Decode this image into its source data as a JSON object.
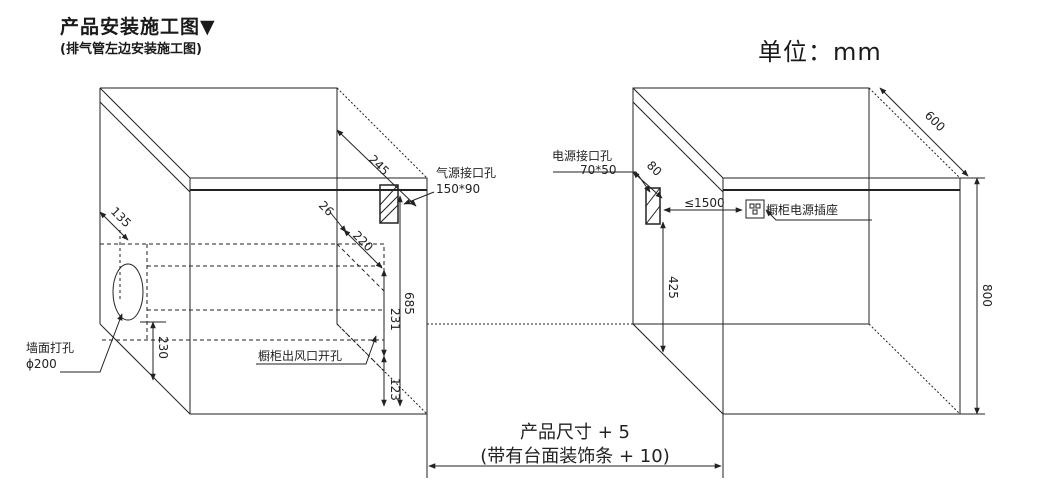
{
  "header": {
    "title": "产品安装施工图▼",
    "subtitle": "(排气管左边安装施工图)",
    "unit": "单位：mm"
  },
  "labels": {
    "gas_inlet_hole": "气源接口孔",
    "gas_inlet_size": "150*90",
    "wall_hole": "墙面打孔",
    "wall_hole_size": "ϕ200",
    "cabinet_vent_hole": "橱柜出风口开孔",
    "power_hole": "电源接口孔",
    "power_hole_size": "70*50",
    "cabinet_socket": "橱柜电源插座",
    "product_size": "产品尺寸 + 5",
    "product_size_with_trim": "(带有台面装饰条 + 10)"
  },
  "dimensions": {
    "d245": "245",
    "d135": "135",
    "d26": "26",
    "d220": "220",
    "d685": "685",
    "d231": "231",
    "d230": "230",
    "d123": "123",
    "d80": "80",
    "d1500": "≤1500",
    "d425": "425",
    "d600": "600",
    "d800": "800"
  }
}
